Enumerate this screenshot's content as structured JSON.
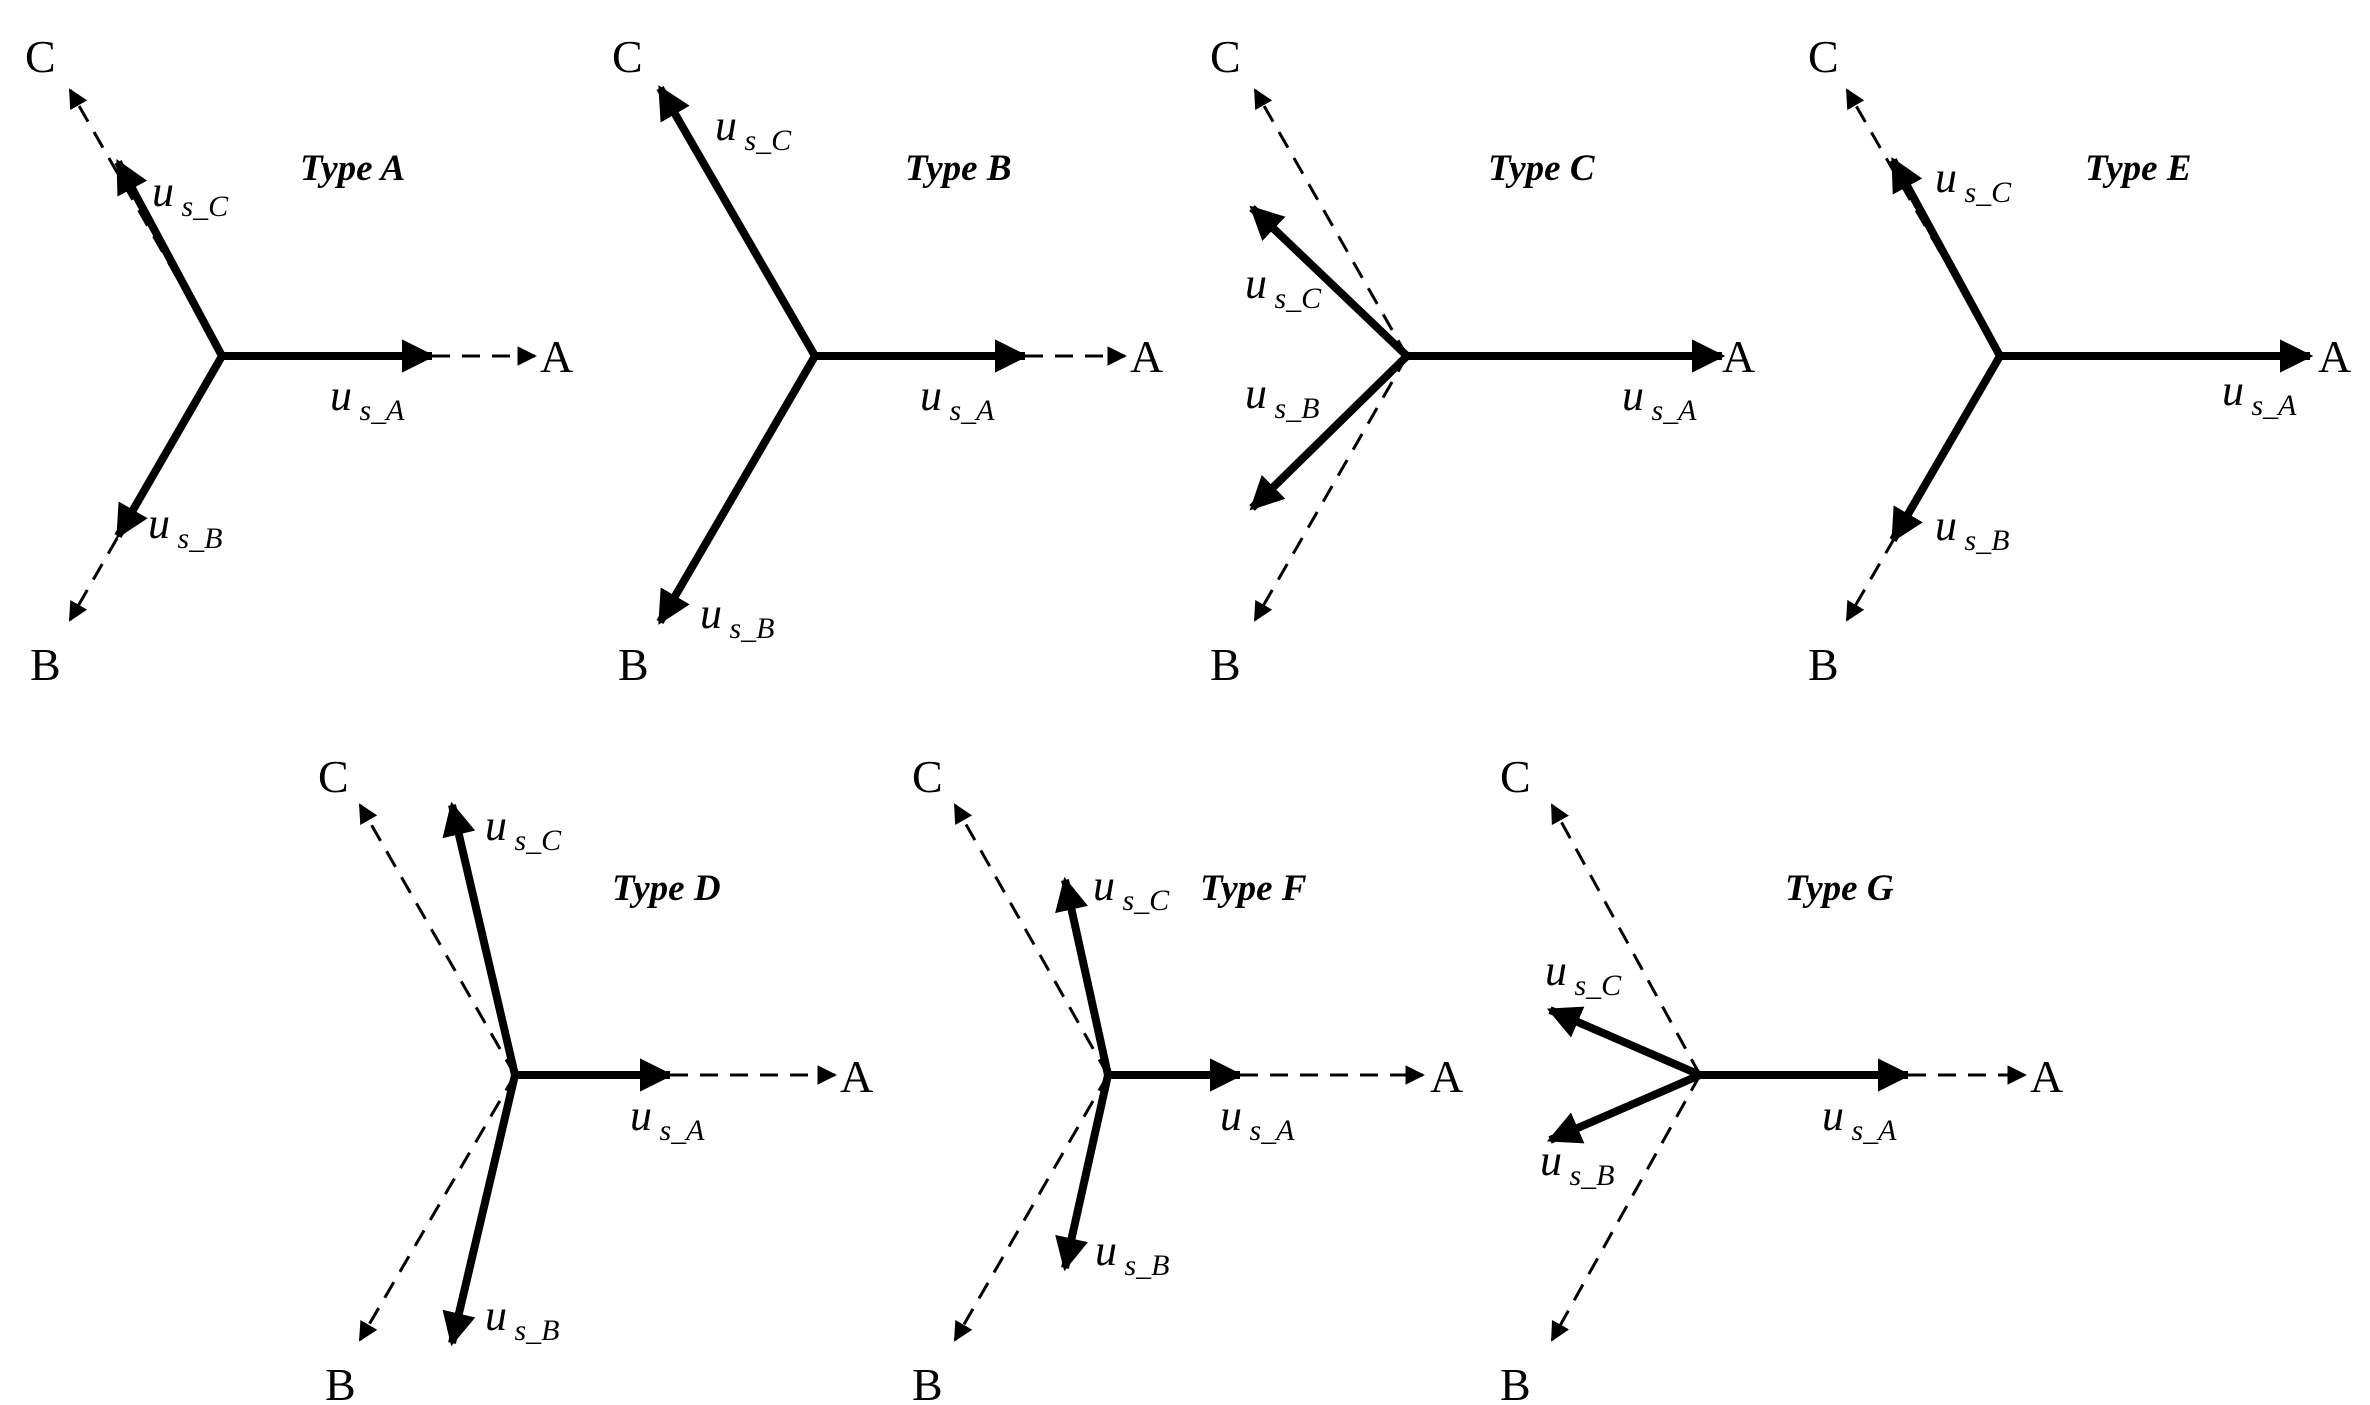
{
  "labels": {
    "a": "A",
    "b": "B",
    "c": "C",
    "u": "u",
    "sub_a": "s_A",
    "sub_b": "s_B",
    "sub_c": "s_C"
  },
  "panels": [
    {
      "id": "A",
      "title": "Type  A"
    },
    {
      "id": "B",
      "title": "Type  B"
    },
    {
      "id": "C",
      "title": "Type C"
    },
    {
      "id": "E",
      "title": "Type  E"
    },
    {
      "id": "D",
      "title": "Type  D"
    },
    {
      "id": "F",
      "title": "Type  F"
    },
    {
      "id": "G",
      "title": "Type  G"
    }
  ],
  "colors": {
    "stroke": "#000000",
    "background": "#ffffff"
  }
}
